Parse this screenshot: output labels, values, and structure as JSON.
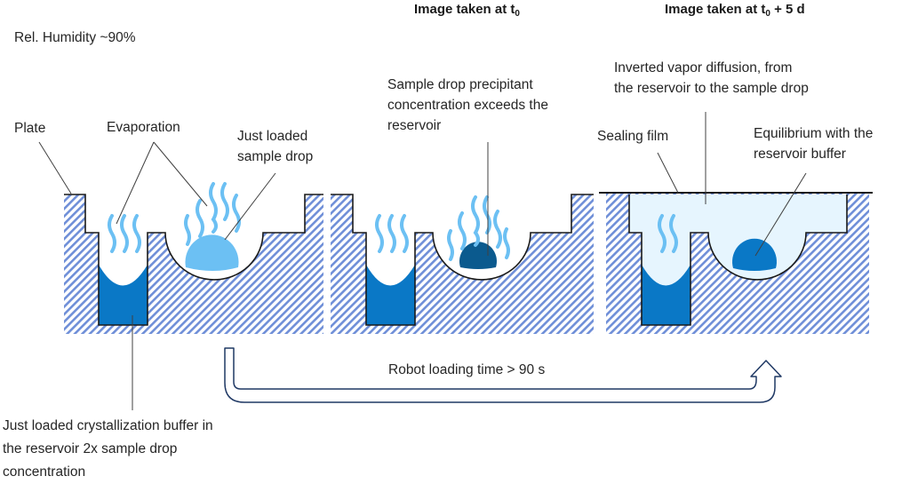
{
  "headers": {
    "t0": {
      "main": "Image taken at t",
      "sub": "0",
      "suffix": ""
    },
    "t5": {
      "main": "Image taken at t",
      "sub": "0",
      "suffix": " + 5 d"
    }
  },
  "labels": {
    "humidity": "Rel. Humidity ~90%",
    "plate": "Plate",
    "evaporation": "Evaporation",
    "just_loaded_drop": [
      "Just loaded",
      "sample drop"
    ],
    "precipitant": [
      "Sample drop precipitant",
      "concentration exceeds the",
      "reservoir"
    ],
    "inverted_vapor": [
      "Inverted vapor diffusion, from",
      "the reservoir to the sample drop"
    ],
    "sealing_film": "Sealing film",
    "equilibrium": [
      "Equilibrium with the",
      "reservoir buffer"
    ],
    "reservoir_buffer": [
      "Just loaded crystallization buffer in",
      "the reservoir 2x sample drop",
      "concentration"
    ],
    "robot_time": "Robot loading time > 90 s"
  },
  "panels": [
    {
      "id": "just-loaded",
      "state": "evaporating",
      "drop_state": "just-loaded",
      "sealed": false
    },
    {
      "id": "t0",
      "state": "evaporating",
      "drop_state": "concentrated",
      "sealed": false
    },
    {
      "id": "t0-plus-5d",
      "state": "sealed-equilibrium",
      "drop_state": "equilibrium",
      "sealed": true
    }
  ],
  "colors": {
    "hatch": "#6f8fd8",
    "reservoir": "#0a78c6",
    "drop_fresh": "#6cc0f3",
    "drop_concentrated": "#0b5a8e",
    "drop_equilibrium": "#0a78c6",
    "vapor": "#6cc0f3",
    "sealed_air": "#e6f5fe",
    "outline": "#1a1a1a",
    "arrow": "#1f3864"
  }
}
